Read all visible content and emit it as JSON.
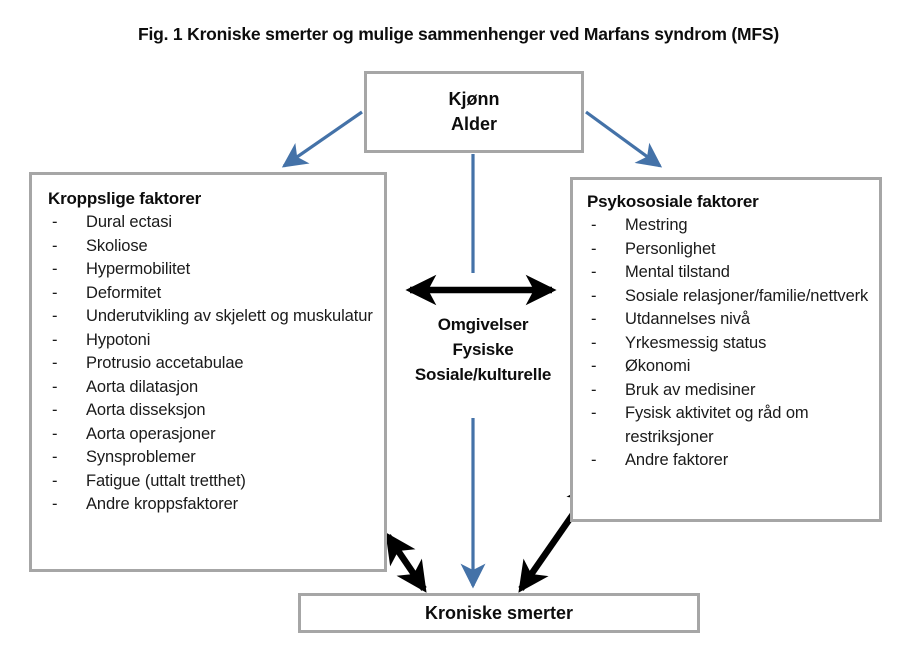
{
  "figure": {
    "title": "Fig. 1 Kroniske smerter og mulige sammenhenger ved Marfans syndrom (MFS)"
  },
  "colors": {
    "box_border": "#a6a6a6",
    "blue_arrow": "#4472a8",
    "black_arrow": "#000000",
    "background": "#ffffff",
    "text": "#0d0d0d"
  },
  "boxes": {
    "demographics": {
      "name": "Kjønn / Alder",
      "lines": [
        "Kjønn",
        "Alder"
      ]
    },
    "bodily": {
      "heading": "Kroppslige faktorer",
      "bullet": "-",
      "items": [
        "Dural ectasi",
        "Skoliose",
        "Hypermobilitet",
        "Deformitet",
        "Underutvikling av skjelett og muskulatur",
        "Hypotoni",
        "Protrusio accetabulae",
        "Aorta dilatasjon",
        "Aorta disseksjon",
        "Aorta operasjoner",
        "Synsproblemer",
        "Fatigue (uttalt tretthet)",
        "Andre kroppsfaktorer"
      ]
    },
    "psychosocial": {
      "heading": "Psykososiale faktorer",
      "bullet": "-",
      "items": [
        "Mestring",
        "Personlighet",
        "Mental tilstand",
        "Sosiale relasjoner/familie/nettverk",
        "Utdannelses nivå",
        "Yrkesmessig status",
        "Økonomi",
        "Bruk av medisiner",
        "Fysisk aktivitet og råd om restriksjoner",
        "Andre faktorer"
      ]
    },
    "chronic_pain": {
      "label": "Kroniske smerter"
    }
  },
  "centre_label": {
    "lines": [
      "Omgivelser",
      "Fysiske",
      "Sosiale/kulturelle"
    ]
  },
  "connectors": [
    {
      "id": "demographics-to-bodily",
      "style": "single-head",
      "color": "#4472a8",
      "from": "Kjønn / Alder",
      "to": "Kroppslige faktorer"
    },
    {
      "id": "demographics-to-psychosocial",
      "style": "single-head",
      "color": "#4472a8",
      "from": "Kjønn / Alder",
      "to": "Psykososiale faktorer"
    },
    {
      "id": "demographics-to-chronic-pain",
      "style": "single-head",
      "color": "#4472a8",
      "from": "Kjønn / Alder",
      "to": "Kroniske smerter"
    },
    {
      "id": "bodily-to-psychosocial",
      "style": "double-head",
      "color": "#000000",
      "from": "Kroppslige faktorer",
      "to": "Psykososiale faktorer"
    },
    {
      "id": "bodily-to-chronic-pain",
      "style": "double-head",
      "color": "#000000",
      "from": "Kroppslige faktorer",
      "to": "Kroniske smerter"
    },
    {
      "id": "psychosocial-to-chronic-pain",
      "style": "double-head",
      "color": "#000000",
      "from": "Psykososiale faktorer",
      "to": "Kroniske smerter"
    }
  ]
}
